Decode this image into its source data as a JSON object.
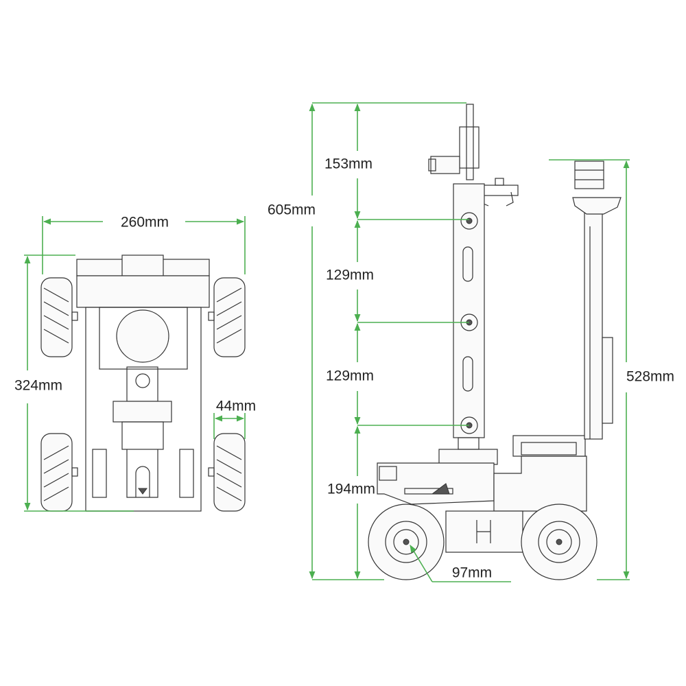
{
  "colors": {
    "dimension": "#4caf50",
    "drawing": "#333333",
    "text": "#222222"
  },
  "top_view": {
    "width_label": "260mm",
    "length_label": "324mm",
    "wheel_width_label": "44mm"
  },
  "side_view": {
    "total_height_label": "605mm",
    "segment_labels": [
      "153mm",
      "129mm",
      "129mm",
      "194mm"
    ],
    "mast_height_label": "528mm",
    "wheel_radius_label": "97mm"
  }
}
